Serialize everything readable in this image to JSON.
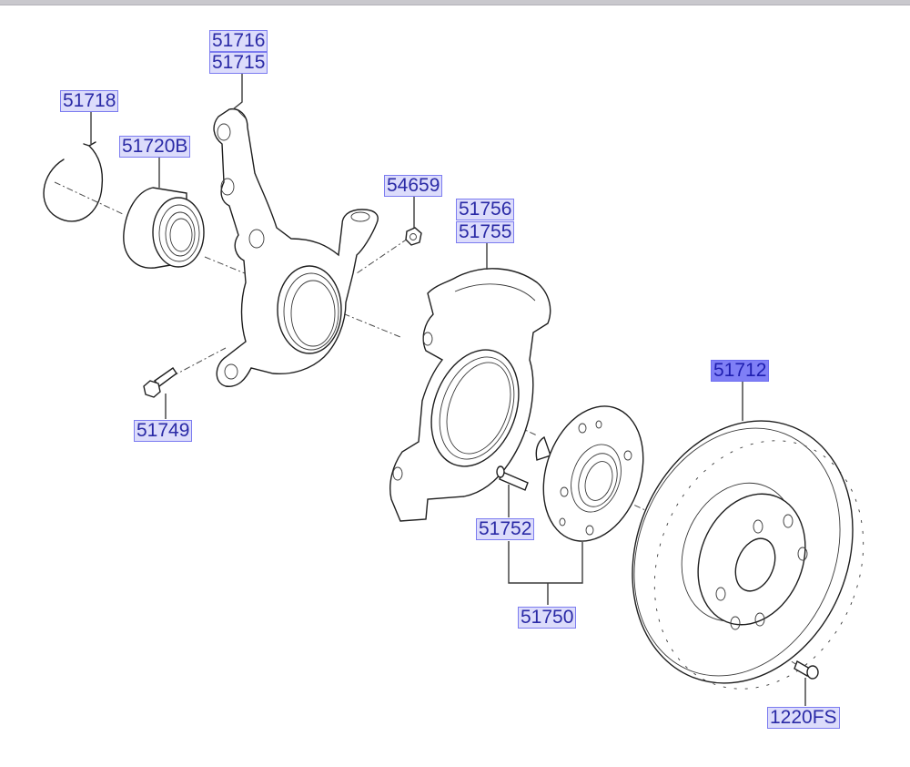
{
  "diagram": {
    "title": "Front Axle Hub / Knuckle Assembly",
    "highlight_color": "#7f7ff6",
    "label_color": "#dcdcfb",
    "parts": [
      {
        "id": "51716",
        "label": "51716",
        "component": "knuckle-left",
        "selected": false
      },
      {
        "id": "51715",
        "label": "51715",
        "component": "knuckle-right",
        "selected": false
      },
      {
        "id": "51718",
        "label": "51718",
        "component": "snap-ring",
        "selected": false
      },
      {
        "id": "51720B",
        "label": "51720B",
        "component": "wheel-bearing",
        "selected": false
      },
      {
        "id": "54659",
        "label": "54659",
        "component": "nut",
        "selected": false
      },
      {
        "id": "51756",
        "label": "51756",
        "component": "dust-cover-left",
        "selected": false
      },
      {
        "id": "51755",
        "label": "51755",
        "component": "dust-cover-right",
        "selected": false
      },
      {
        "id": "51712",
        "label": "51712",
        "component": "brake-disc",
        "selected": true
      },
      {
        "id": "51749",
        "label": "51749",
        "component": "knuckle-bolt",
        "selected": false
      },
      {
        "id": "51752",
        "label": "51752",
        "component": "hub-bolt",
        "selected": false
      },
      {
        "id": "51750",
        "label": "51750",
        "component": "wheel-hub-assembly",
        "selected": false
      },
      {
        "id": "1220FS",
        "label": "1220FS",
        "component": "disc-screw",
        "selected": false
      }
    ]
  }
}
